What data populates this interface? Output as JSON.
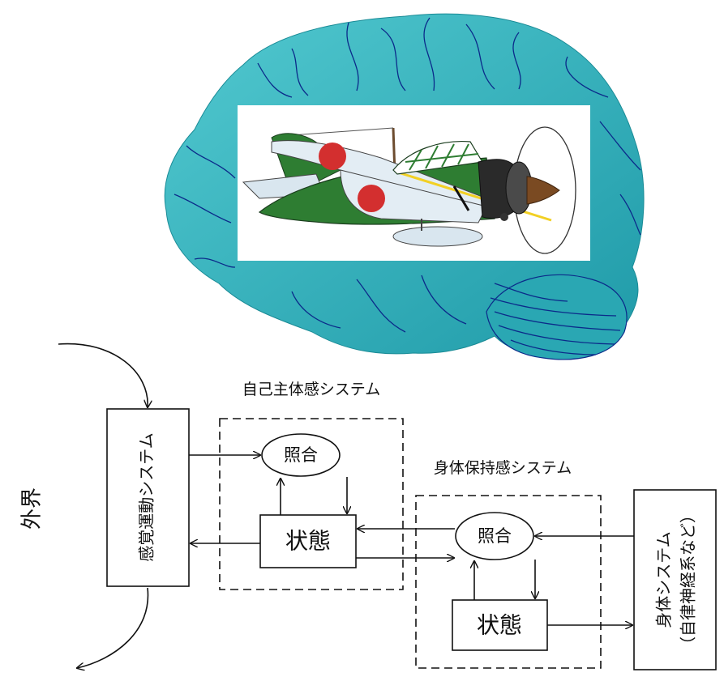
{
  "labels": {
    "outside_world": "外界",
    "sensorimotor_system": "感覚運動システム",
    "sense_of_agency_system": "自己主体感システム",
    "sense_of_ownership_system": "身体保持感システム",
    "body_system_line1": "身体システム",
    "body_system_line2": "（自律神経系など）",
    "collation": "照合",
    "state": "状態"
  },
  "colors": {
    "brain_fill": "#3fbfc8",
    "brain_fold": "#0b2a8a",
    "plane_green": "#2e7d32",
    "hinomaru_red": "#d32f2f"
  }
}
